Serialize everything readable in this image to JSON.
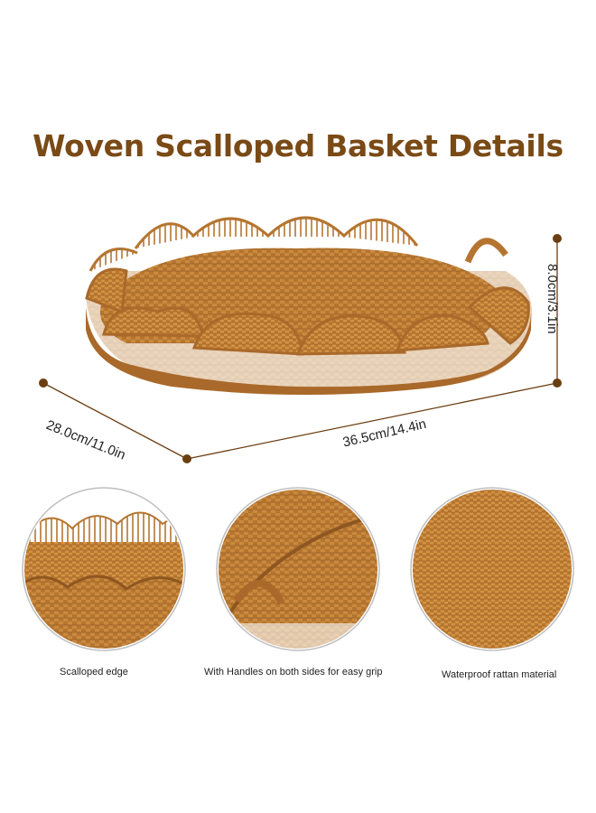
{
  "title": "Woven Scalloped Basket Details",
  "dimensions": {
    "depth": "28.0cm/11.0in",
    "width": "36.5cm/14.4in",
    "height": "8.0cm/3.1in"
  },
  "features": [
    {
      "caption": "Scalloped edge",
      "icon": "scalloped-edge-closeup"
    },
    {
      "caption": "With Handles on both sides for easy grip",
      "icon": "handle-closeup"
    },
    {
      "caption": "Waterproof rattan material",
      "icon": "rattan-weave-closeup"
    }
  ],
  "colors": {
    "title": "#7a4a16",
    "rattan": "#c98a3e",
    "rattan_dark": "#8e5620",
    "dimension_line": "#6b3e12"
  }
}
